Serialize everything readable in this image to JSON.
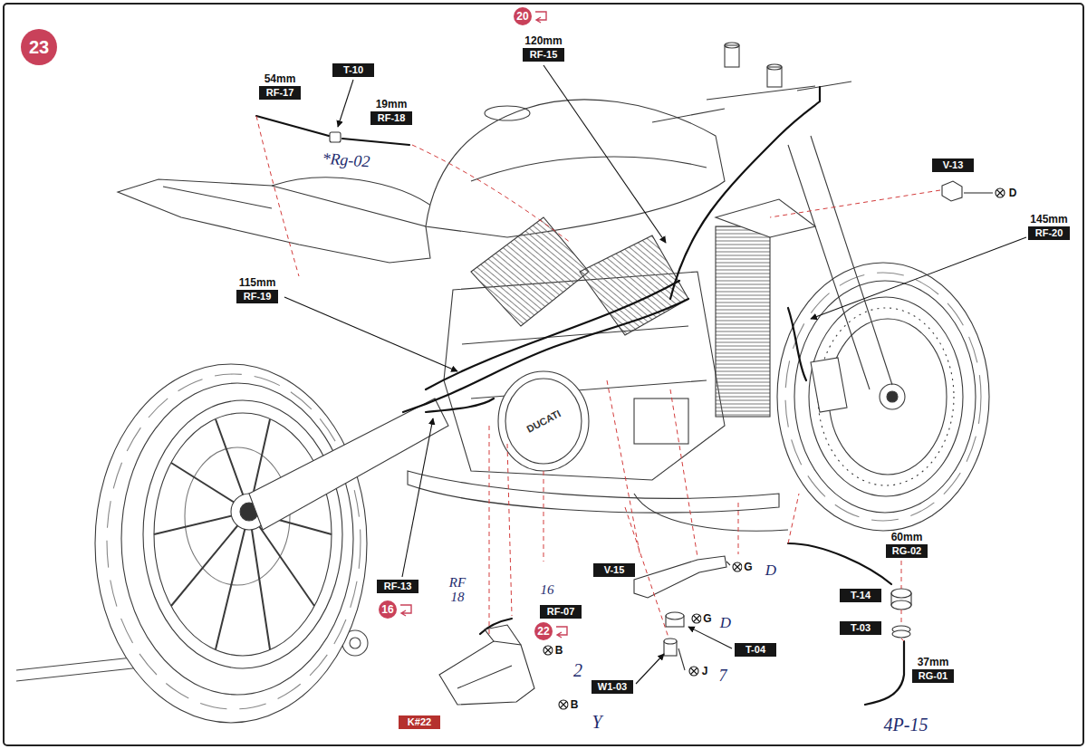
{
  "diagram": {
    "nodes": [
      {
        "text": [
          "23"
        ]
      },
      {
        "text": [
          "20"
        ]
      },
      {
        "text": [
          "120mm",
          "RF-15"
        ]
      },
      {
        "text": [
          "54mm",
          "RF-17"
        ]
      },
      {
        "text": [
          "T-10"
        ]
      },
      {
        "text": [
          "19mm",
          "RF-18"
        ]
      },
      {
        "text": [
          "V-13"
        ]
      },
      {
        "text": [
          "145mm",
          "RF-20"
        ]
      },
      {
        "text": [
          "115mm",
          "RF-19"
        ]
      },
      {
        "text": [
          "60mm",
          "RG-02"
        ]
      },
      {
        "text": [
          "V-15"
        ]
      },
      {
        "text": [
          "RF-13"
        ]
      },
      {
        "text": [
          "16"
        ]
      },
      {
        "text": [
          "RF-07"
        ]
      },
      {
        "text": [
          "22"
        ]
      },
      {
        "text": [
          "T-14"
        ]
      },
      {
        "text": [
          "T-03"
        ]
      },
      {
        "text": [
          "T-04"
        ]
      },
      {
        "text": [
          "37mm",
          "RG-01"
        ]
      },
      {
        "text": [
          "W1-03"
        ]
      },
      {
        "text": [
          "K#22"
        ]
      }
    ],
    "labels": [
      "*Rg-02",
      "D",
      "G",
      "D",
      "G",
      "D",
      "J",
      "7",
      "B",
      "2",
      "B",
      "Y",
      "RF 18",
      "16",
      "4P-15",
      "DUCATI"
    ]
  }
}
